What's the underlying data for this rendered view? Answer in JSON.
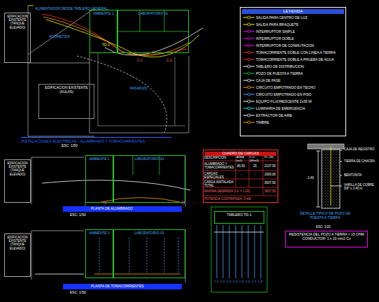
{
  "diagram": {
    "nodes": [
      {
        "text": [
          "LEYENDA"
        ]
      },
      {
        "text": [
          "AMBIENTE 1"
        ]
      },
      {
        "text": [
          "LABORATORIO 01"
        ]
      },
      {
        "text": [
          "EDIFICACION EXISTENTE (TANQUE ELEVADO)"
        ]
      },
      {
        "text": [
          "EDIFICACION EXISTENTE (AULAS)"
        ]
      },
      {
        "text": [
          "AMBIENTE 1"
        ]
      },
      {
        "text": [
          "LABORATORIO 01"
        ]
      },
      {
        "text": [
          "AMBIENTE 1"
        ]
      },
      {
        "text": [
          "LABORATORIO 01"
        ]
      },
      {
        "text": [
          "CUADRO DE CARGAS"
        ]
      },
      {
        "text": [
          "TABLERO TD-1"
        ]
      },
      {
        "text": [
          "RESISTENCIA DEL POZO A TIERRA < 15 OHM",
          "CONDUCTOR: 1 x 10 mm2 Cu"
        ]
      },
      {
        "text": [
          "EDIFICACION EXISTENTE (TANQUE ELEVADO)"
        ]
      },
      {
        "text": [
          "EDIFICACION EXISTENTE (TANQUE ELEVADO)"
        ]
      }
    ],
    "labels": [
      "ALIMENTADOR DESDE TABLERO GENERAL",
      "ACOMETIDA",
      "TD-1",
      "C-1",
      "C-2",
      "PASADIZO",
      "INSTALACIONES ELECTRICAS - ALUMBRADO Y TOMACORRIENTES",
      "ESC: 1/50",
      "PLANTA DE ALUMBRADO",
      "ESC: 1/50",
      "PLANTA DE TOMACORRIENTES",
      "ESC: 1/50",
      "DESCRIPCION",
      "AREA (m2)",
      "C.U. (W/m2)",
      "P.I. (W)",
      "ALUMBRADO Y TOMACORRIENTES",
      "85.50",
      "25",
      "2137.50",
      "CARGAS ESPECIALES",
      "-",
      "-",
      "1500.00",
      "CARGA INSTALADA TOTAL",
      "3637.50",
      "MAXIMA DEMANDA (f.d. = 1.00)",
      "3637.50",
      "POTENCIA CONTRATADA: 5 kW",
      "C-1",
      "C-2",
      "C-3",
      "C-4",
      "C-5",
      "C-6",
      "C-7",
      "C-8",
      "TIERRA DE CHACRA",
      "BENTONITA",
      "VARILLA DE COBRE 5/8\" x 2.40 m",
      "CAJA DE REGISTRO",
      "2.40",
      "DETALLE TIPICO DE POZO DE PUESTA A TIERRA",
      "ESC: 1/20"
    ],
    "legend": [
      {
        "text": "SALIDA PARA CENTRO DE LUZ"
      },
      {
        "text": "SALIDA PARA BRAQUETE"
      },
      {
        "text": "INTERRUPTOR SIMPLE"
      },
      {
        "text": "INTERRUPTOR DOBLE"
      },
      {
        "text": "INTERRUPTOR DE CONMUTACION"
      },
      {
        "text": "TOMACORRIENTE DOBLE CON LINEA A TIERRA"
      },
      {
        "text": "TOMACORRIENTE DOBLE A PRUEBA DE AGUA"
      },
      {
        "text": "TABLERO DE DISTRIBUCION"
      },
      {
        "text": "POZO DE PUESTA A TIERRA"
      },
      {
        "text": "CAJA DE PASE"
      },
      {
        "text": "CIRCUITO EMPOTRADO EN TECHO"
      },
      {
        "text": "CIRCUITO EMPOTRADO EN PISO"
      },
      {
        "text": "EQUIPO FLUORESCENTE 2x36 W"
      },
      {
        "text": "LUMINARIA DE EMERGENCIA"
      },
      {
        "text": "EXTRACTOR DE AIRE"
      },
      {
        "text": "TIMBRE"
      }
    ]
  }
}
